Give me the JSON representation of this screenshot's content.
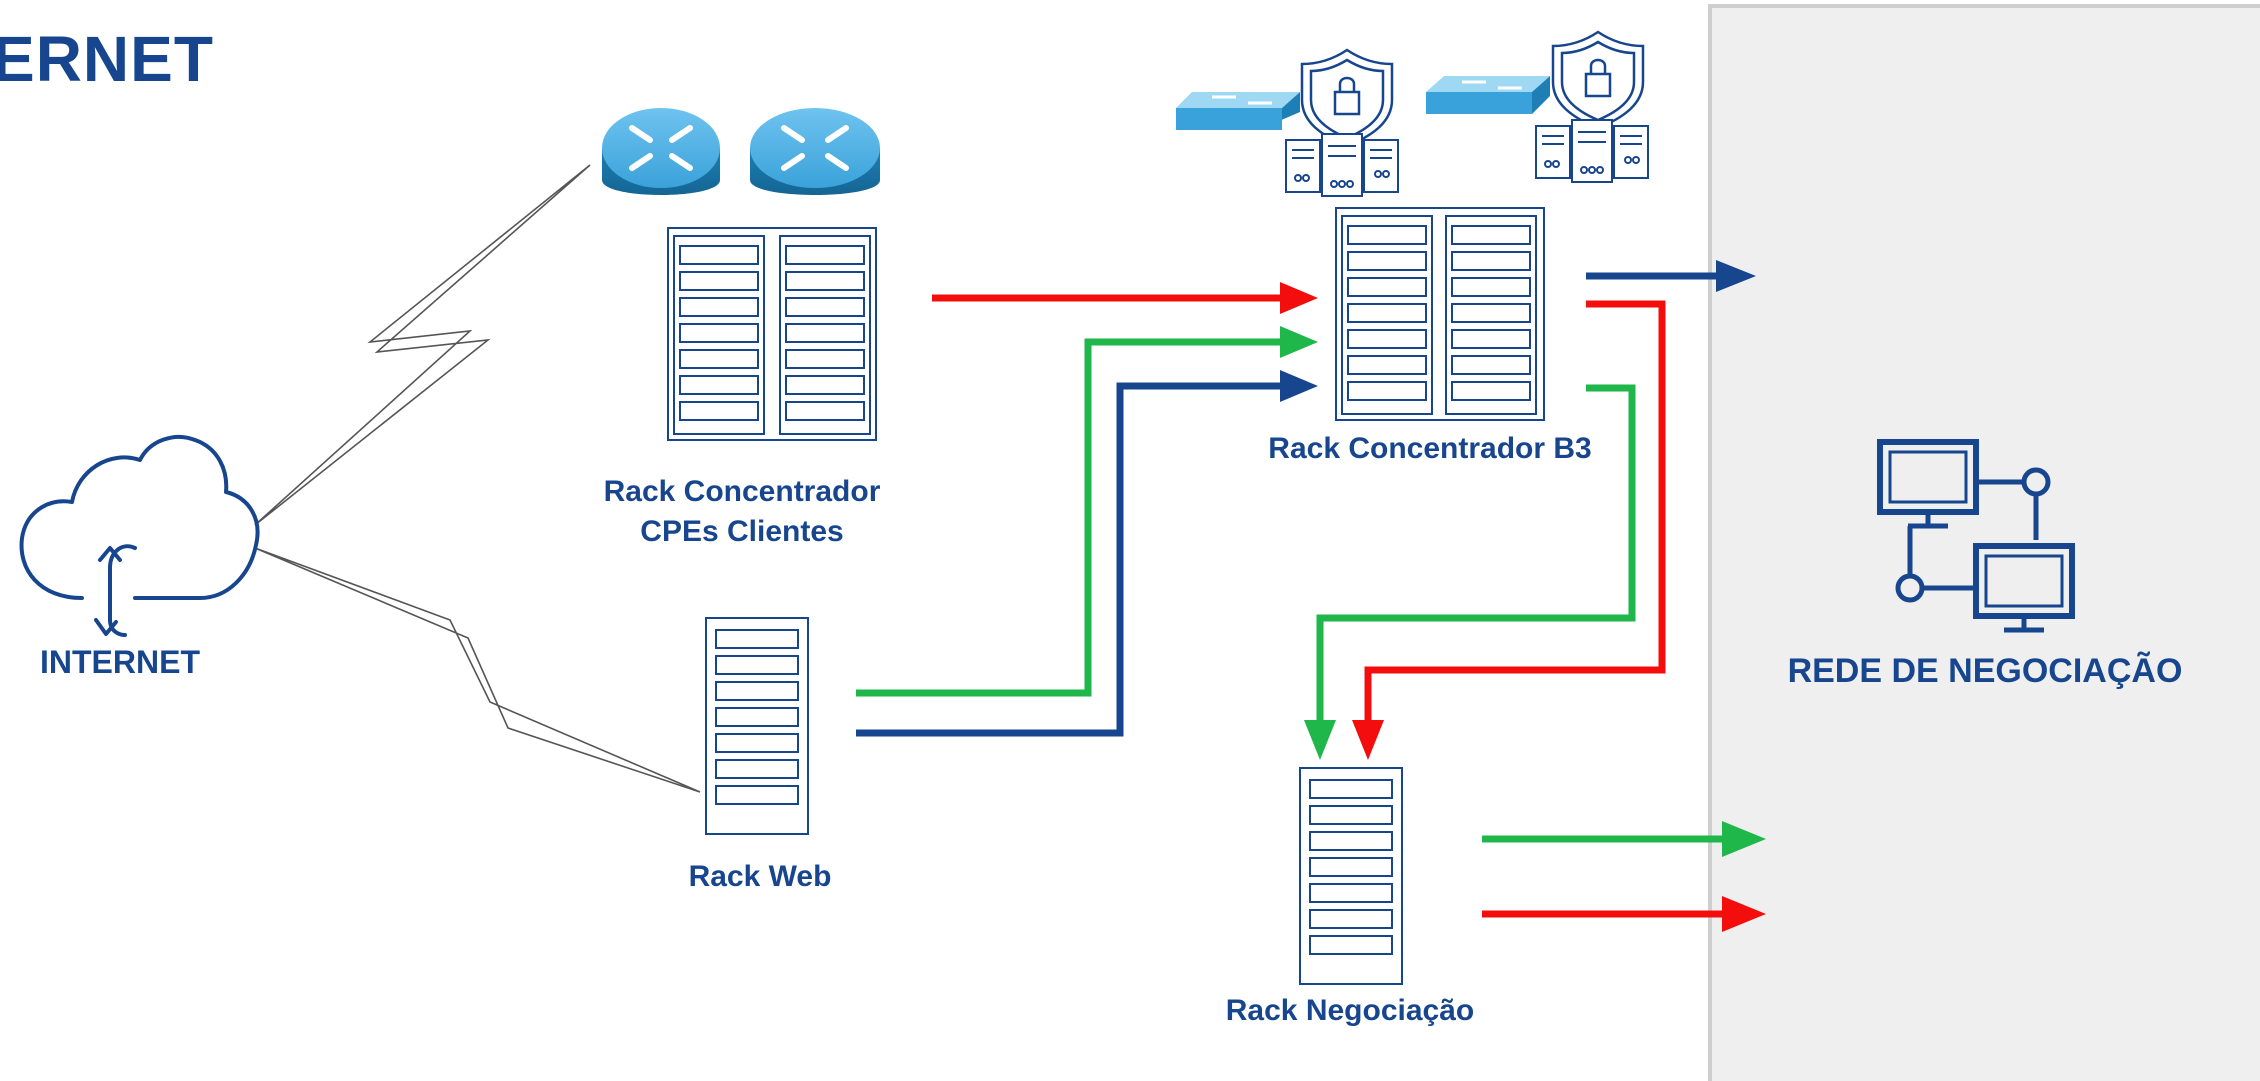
{
  "header": {
    "title": "ERNET"
  },
  "nodes": {
    "internet": {
      "label": "INTERNET"
    },
    "cpe_rack": {
      "label_line1": "Rack Concentrador",
      "label_line2": "CPEs Clientes"
    },
    "web_rack": {
      "label": "Rack Web"
    },
    "b3_rack": {
      "label": "Rack Concentrador B3"
    },
    "trading_rack": {
      "label": "Rack Negociação"
    },
    "trading_network": {
      "label": "REDE DE NEGOCIAÇÃO"
    }
  },
  "colors": {
    "blue": "#17468f",
    "red": "#f40d0d",
    "green": "#1fb64a",
    "router": "#2a93c9"
  }
}
